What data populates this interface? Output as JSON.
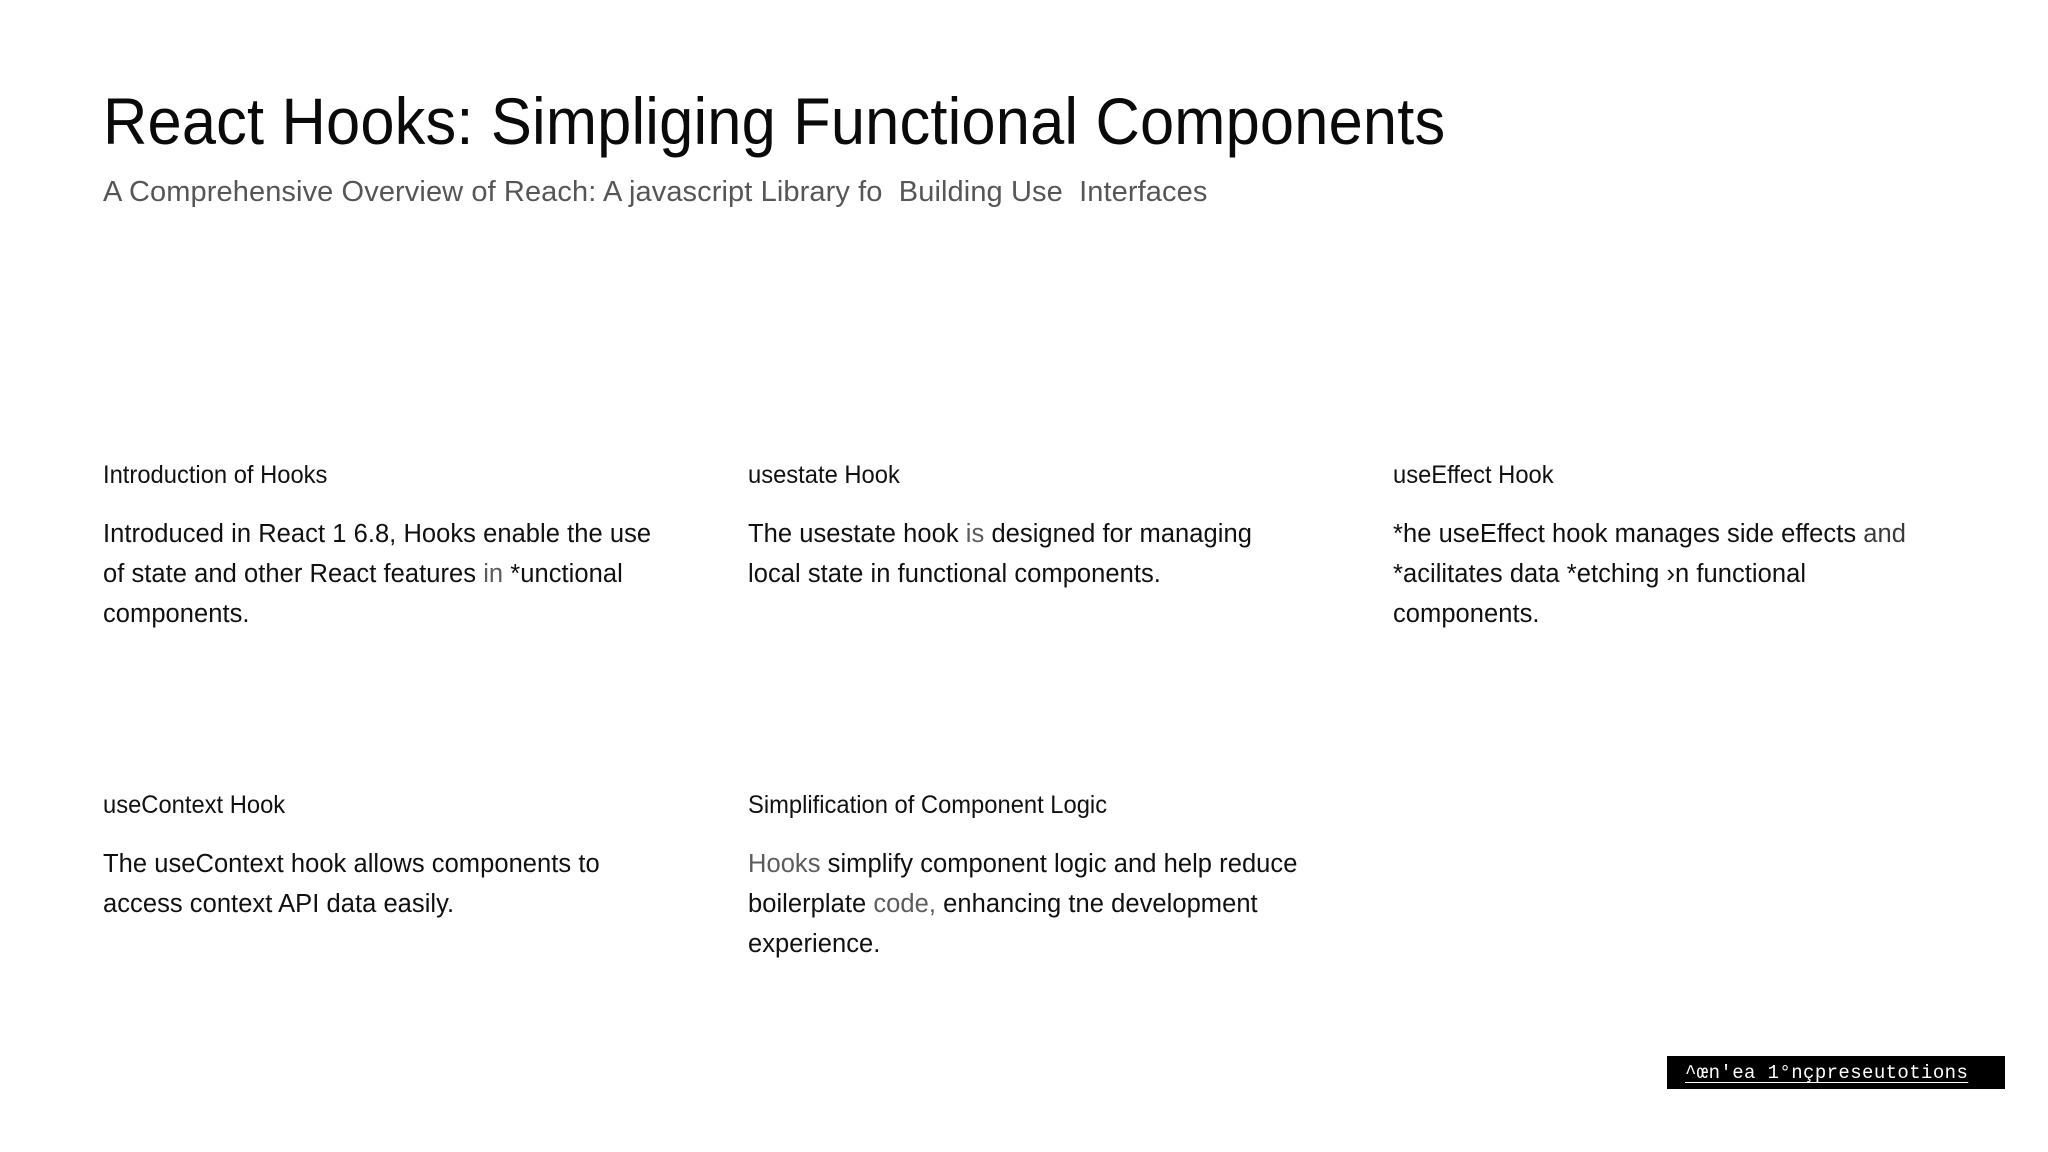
{
  "header": {
    "title": "React Hooks: Simpliging Functional Components",
    "subtitle": "A Comprehensive Overview of Reach: A javascript Library fo  Building Use  Interfaces"
  },
  "cards": [
    {
      "title": "Introduction of Hooks",
      "body_plain": "Introduced in React 1 6.8, Hooks enable the use of state and other React features in *unctional components.",
      "segments": [
        {
          "text": "Introduced in React 1 6.8, Hooks enable the use of state and other React features ",
          "tone": "normal"
        },
        {
          "text": "in ",
          "tone": "dim"
        },
        {
          "text": "*unctional components.",
          "tone": "normal"
        }
      ]
    },
    {
      "title": "usestate Hook",
      "body_plain": "The usestate hook is designed for managing local state in functional components.",
      "segments": [
        {
          "text": "The usestate hook ",
          "tone": "normal"
        },
        {
          "text": "is ",
          "tone": "dim"
        },
        {
          "text": "designed for managing local state in functional components.",
          "tone": "normal"
        }
      ]
    },
    {
      "title": "useEffect Hook",
      "body_plain": "*he useEffect hook manages side effects and *acilitates data *etching ›n functional components.",
      "segments": [
        {
          "text": "*he useEffect hook manages side effects ",
          "tone": "normal"
        },
        {
          "text": "and ",
          "tone": "semi"
        },
        {
          "text": "*acilitates data *etching ›n functional components.",
          "tone": "normal"
        }
      ]
    },
    {
      "title": "useContext Hook",
      "body_plain": "The useContext hook allows components to access context API data easily.",
      "segments": [
        {
          "text": "The useContext hook allows components to access context API data easily.",
          "tone": "normal"
        }
      ]
    },
    {
      "title": "Simplification of Component Logic",
      "body_plain": "Hooks simplify component logic and help reduce boilerplate code, enhancing tne development experience.",
      "segments": [
        {
          "text": "Hooks ",
          "tone": "dim"
        },
        {
          "text": "simplify component logic and help reduce boilerplate ",
          "tone": "normal"
        },
        {
          "text": "code, ",
          "tone": "dim"
        },
        {
          "text": "enhancing tne development experience.",
          "tone": "normal"
        }
      ]
    }
  ],
  "footer": {
    "badge_text": "^œn'ea 1°nçpreseutotions"
  },
  "colors": {
    "background": "#ffffff",
    "title_text": "#0a0a0a",
    "subtitle_text": "#565656",
    "body_text": "#101010",
    "dim_text": "#5c5c5c",
    "badge_background": "#000000",
    "badge_text": "#ffffff"
  }
}
